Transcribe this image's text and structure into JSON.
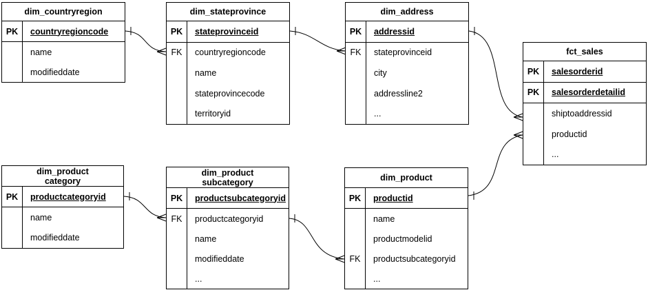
{
  "canvas": {
    "background": "#ffffff",
    "line_color": "#000000",
    "text_color": "#000000"
  },
  "tables": [
    {
      "title": "dim_countryregion",
      "rows": [
        {
          "key": "PK",
          "field": "countryregioncode"
        },
        {
          "key": "",
          "field": "name"
        },
        {
          "key": "",
          "field": "modifieddate"
        }
      ]
    },
    {
      "title": "dim_stateprovince",
      "rows": [
        {
          "key": "PK",
          "field": "stateprovinceid"
        },
        {
          "key": "FK",
          "field": "countryregioncode"
        },
        {
          "key": "",
          "field": "name"
        },
        {
          "key": "",
          "field": "stateprovincecode"
        },
        {
          "key": "",
          "field": "territoryid"
        }
      ]
    },
    {
      "title": "dim_address",
      "rows": [
        {
          "key": "PK",
          "field": "addressid"
        },
        {
          "key": "FK",
          "field": "stateprovinceid"
        },
        {
          "key": "",
          "field": "city"
        },
        {
          "key": "",
          "field": "addressline2"
        },
        {
          "key": "",
          "field": "..."
        }
      ]
    },
    {
      "title": "fct_sales",
      "rows": [
        {
          "key": "PK",
          "field": "salesorderid"
        },
        {
          "key": "PK",
          "field": "salesorderdetailid"
        },
        {
          "key": "",
          "field": "shiptoaddressid"
        },
        {
          "key": "",
          "field": "productid"
        },
        {
          "key": "",
          "field": "..."
        }
      ]
    },
    {
      "title": "dim_product\ncategory",
      "rows": [
        {
          "key": "PK",
          "field": "productcategoryid"
        },
        {
          "key": "",
          "field": "name"
        },
        {
          "key": "",
          "field": "modifieddate"
        }
      ]
    },
    {
      "title": "dim_product\nsubcategory",
      "rows": [
        {
          "key": "PK",
          "field": "productsubcategoryid"
        },
        {
          "key": "FK",
          "field": "productcategoryid"
        },
        {
          "key": "",
          "field": "name"
        },
        {
          "key": "",
          "field": "modifieddate"
        },
        {
          "key": "",
          "field": "..."
        }
      ]
    },
    {
      "title": "dim_product",
      "rows": [
        {
          "key": "PK",
          "field": "productid"
        },
        {
          "key": "",
          "field": "name"
        },
        {
          "key": "",
          "field": "productmodelid"
        },
        {
          "key": "FK",
          "field": "productsubcategoryid"
        },
        {
          "key": "",
          "field": "..."
        }
      ]
    }
  ],
  "relations": [
    {
      "from": "dim_countryregion.countryregioncode",
      "to": "dim_stateprovince.countryregioncode",
      "cardinality": "one-to-many"
    },
    {
      "from": "dim_stateprovince.stateprovinceid",
      "to": "dim_address.stateprovinceid",
      "cardinality": "one-to-many"
    },
    {
      "from": "dim_address.addressid",
      "to": "fct_sales.shiptoaddressid",
      "cardinality": "one-to-many"
    },
    {
      "from": "dim_product.productid",
      "to": "fct_sales.productid",
      "cardinality": "one-to-many"
    },
    {
      "from": "dim_productcategory.productcategoryid",
      "to": "dim_productsubcategory.productcategoryid",
      "cardinality": "one-to-many"
    },
    {
      "from": "dim_productsubcategory.productsubcategoryid",
      "to": "dim_product.productsubcategoryid",
      "cardinality": "one-to-many"
    }
  ]
}
